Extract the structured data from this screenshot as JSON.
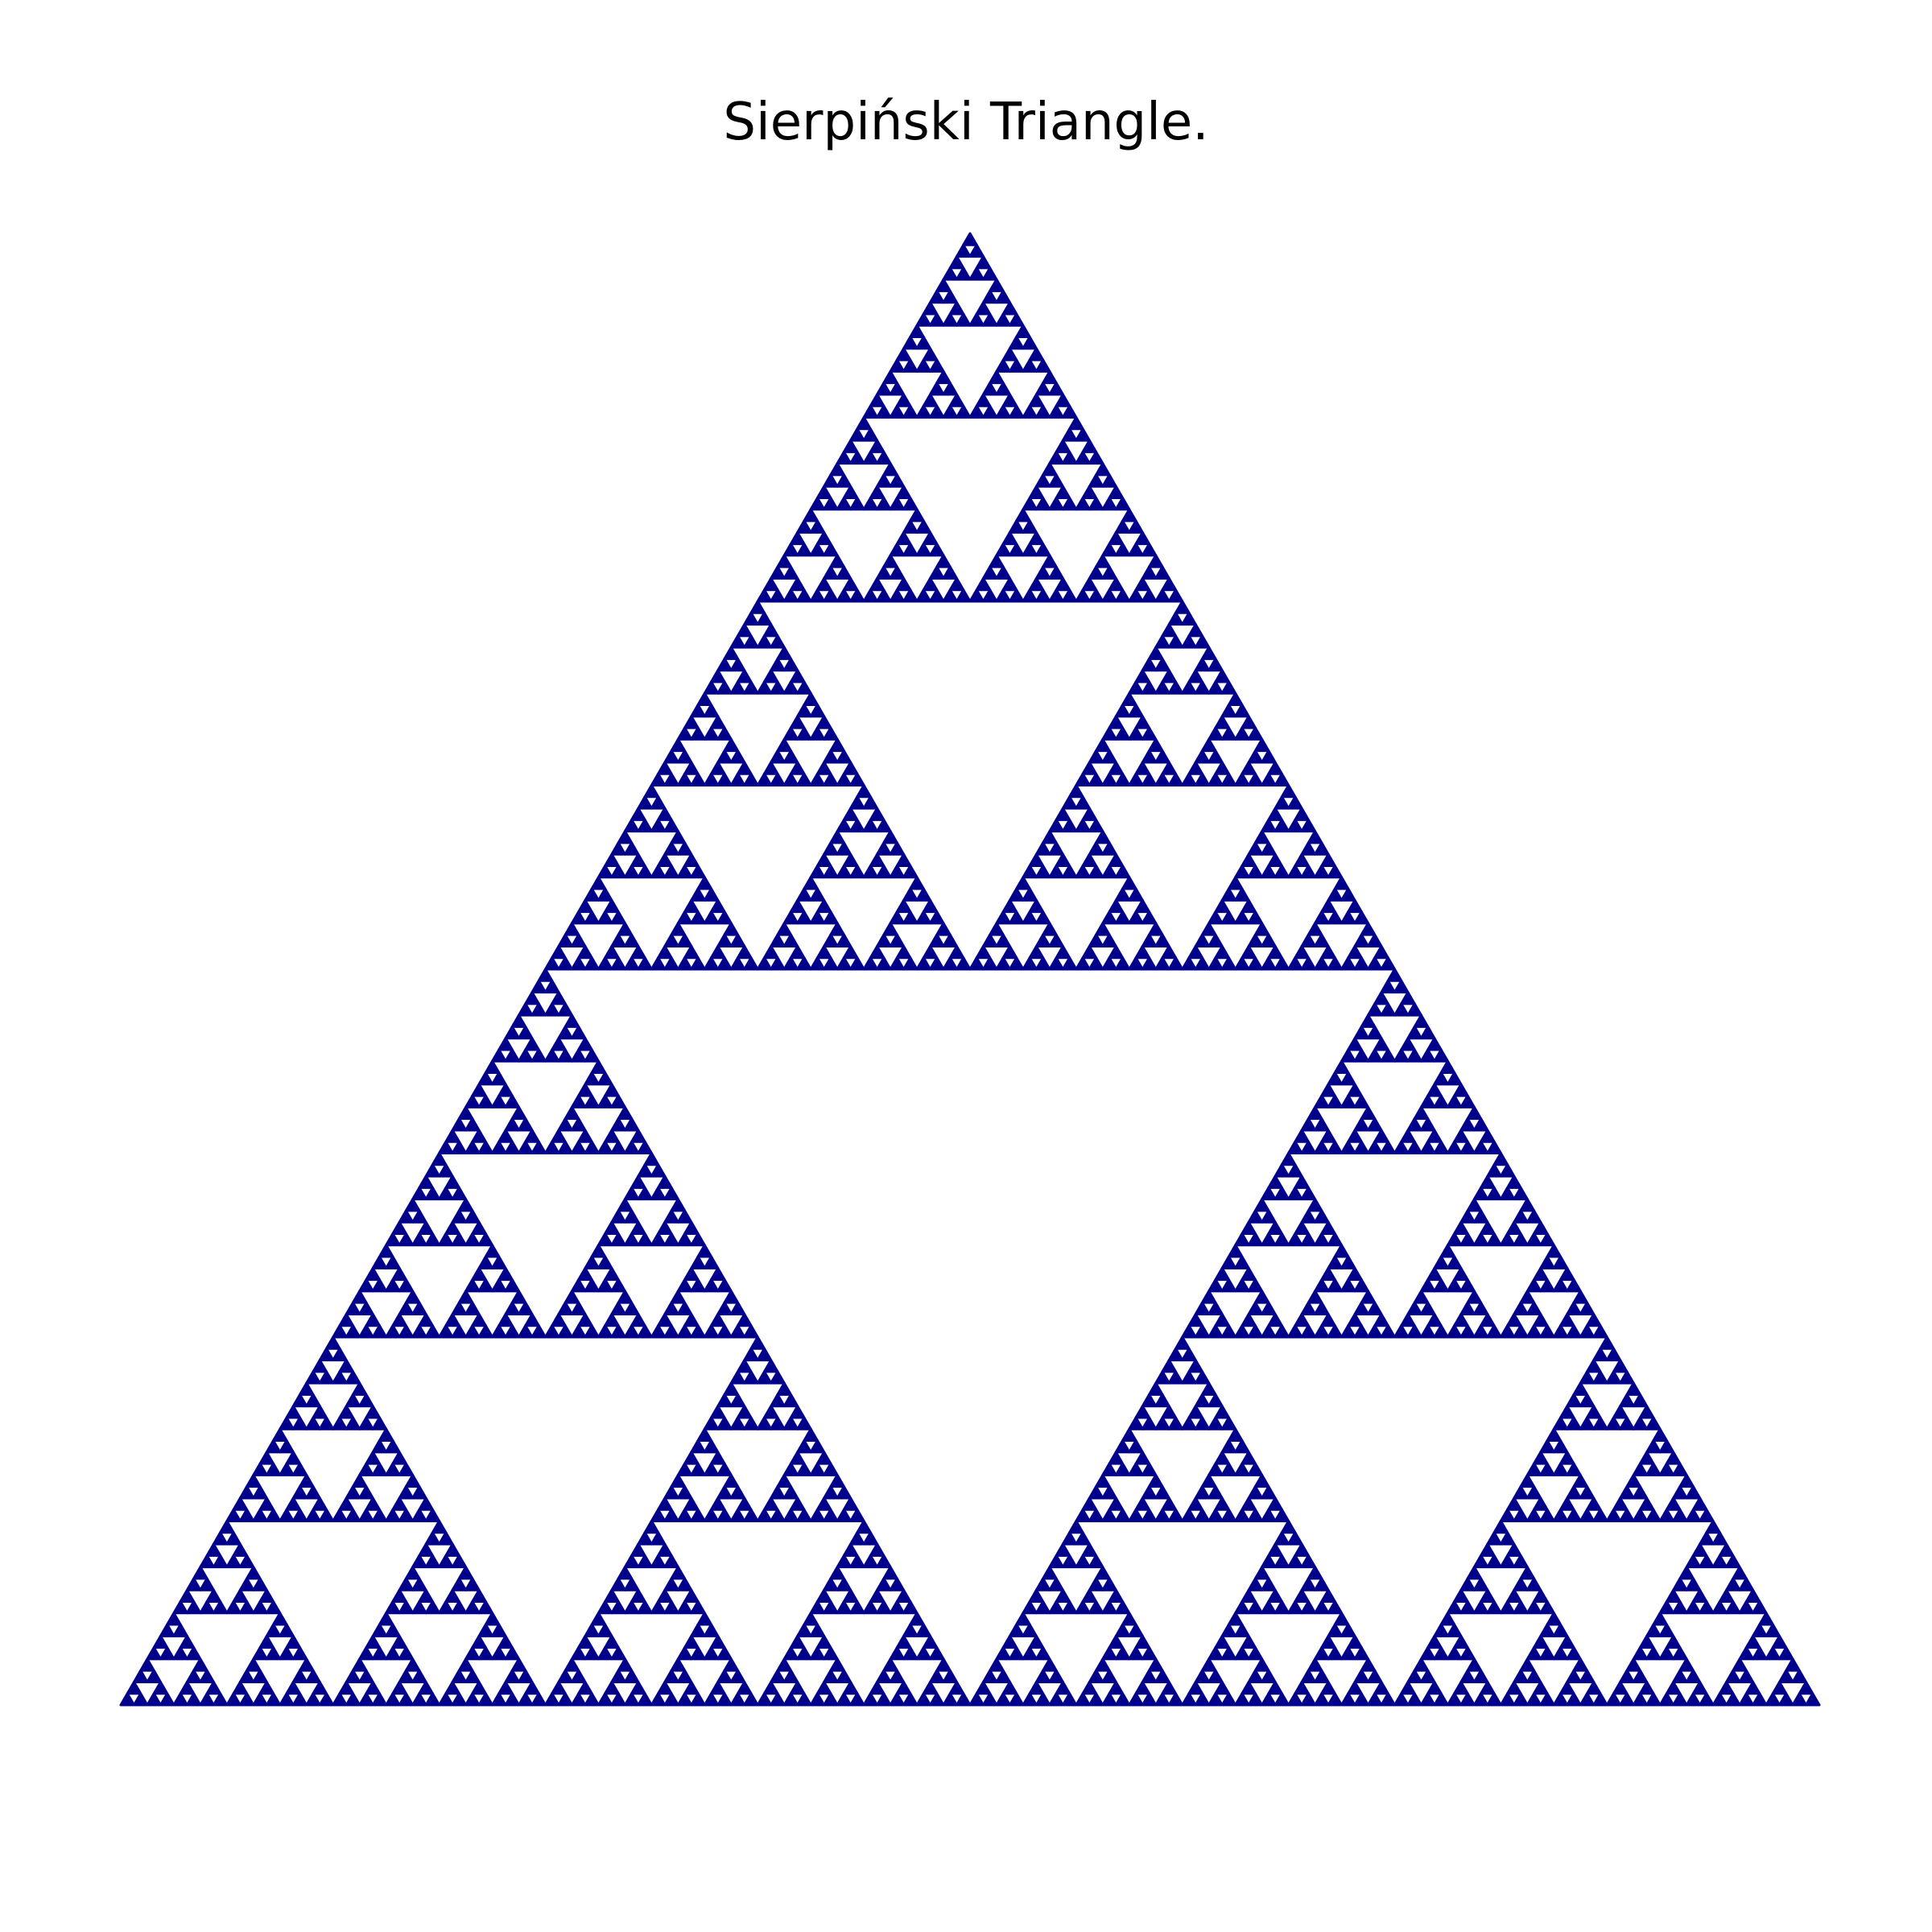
{
  "title": "Sierpiński Triangle.",
  "chart_data": {
    "type": "scatter",
    "title": "Sierpiński Triangle.",
    "xlabel": "",
    "ylabel": "",
    "axes_visible": false,
    "grid": false,
    "point_color": "#00008b",
    "fractal": "sierpinski",
    "vertices": [
      {
        "x": 0,
        "y": 0
      },
      {
        "x": 1,
        "y": 0
      },
      {
        "x": 0.5,
        "y": 0.866
      }
    ],
    "depth": 7,
    "xlim": [
      0,
      1
    ],
    "ylim": [
      0,
      0.866
    ]
  }
}
